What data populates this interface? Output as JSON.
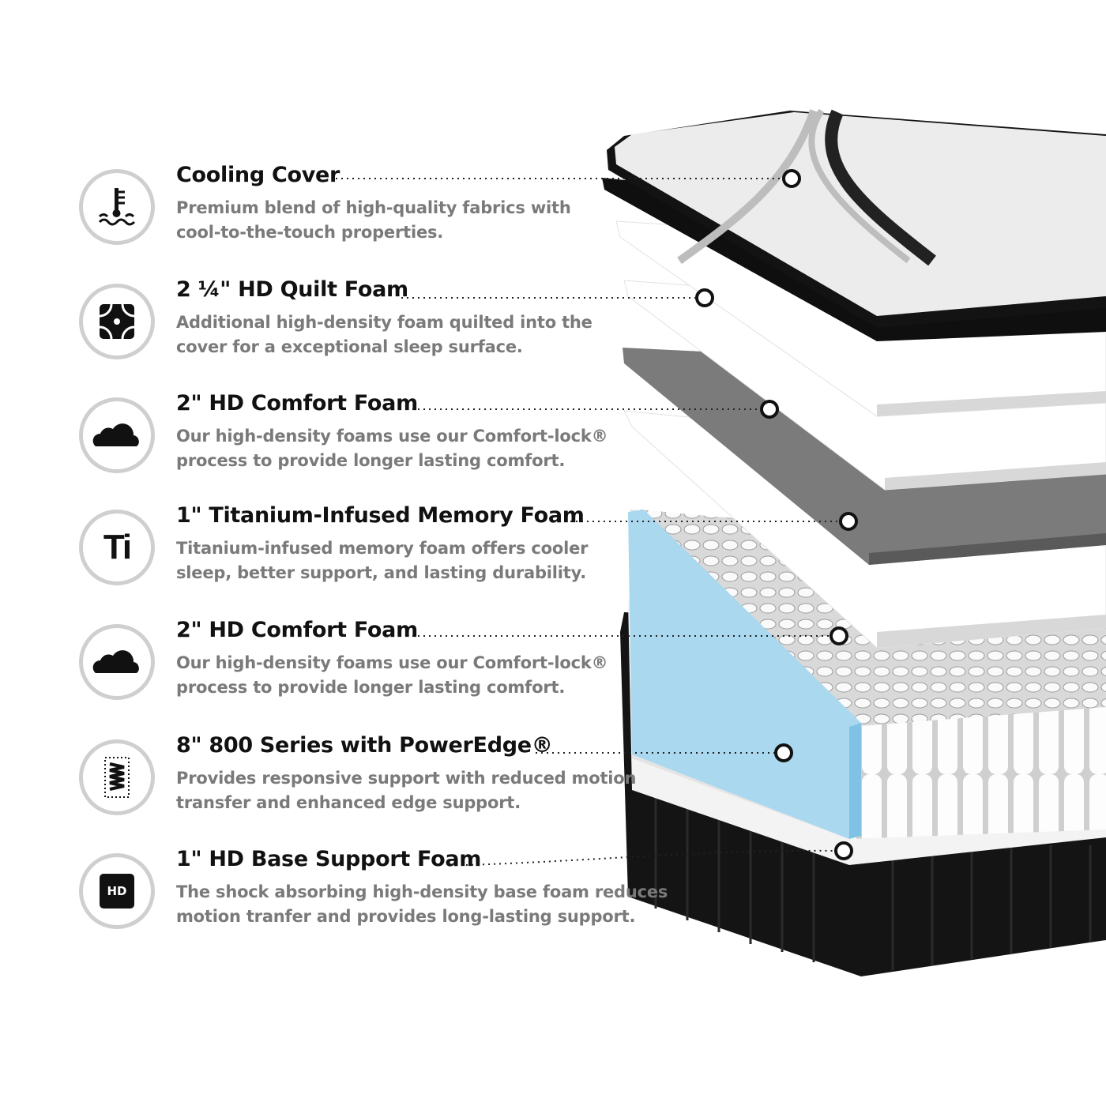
{
  "layers": [
    {
      "title": "Cooling Cover",
      "icon": "thermometer-water-icon",
      "lines": [
        "Premium blend of high-quality fabrics with",
        "cool-to-the-touch properties."
      ]
    },
    {
      "title": "2 ¼\" HD Quilt Foam",
      "icon": "quilt-pattern-icon",
      "lines": [
        "Additional high-density foam quilted into the",
        "cover for a exceptional sleep surface."
      ]
    },
    {
      "title": "2\" HD Comfort Foam",
      "icon": "cloud-icon",
      "lines": [
        "Our high-density foams use our Comfort-lock®",
        "process to provide longer lasting comfort."
      ]
    },
    {
      "title": "1\" Titanium-Infused Memory Foam",
      "icon": "titanium-icon",
      "icon_text": "Ti",
      "lines": [
        "Titanium-infused memory foam offers cooler",
        "sleep, better support, and lasting durability."
      ]
    },
    {
      "title": "2\" HD Comfort Foam",
      "icon": "cloud-icon",
      "lines": [
        "Our high-density foams use our Comfort-lock®",
        "process to provide longer lasting comfort."
      ]
    },
    {
      "title": "8\" 800 Series with PowerEdge®",
      "icon": "coil-spring-icon",
      "lines": [
        "Provides responsive support with reduced motion",
        "transfer and enhanced edge support."
      ]
    },
    {
      "title": "1\" HD Base Support Foam",
      "icon": "hd-badge-icon",
      "icon_text": "HD",
      "lines": [
        "The shock absorbing high-density base foam reduces",
        "motion tranfer and provides long-lasting support."
      ]
    }
  ],
  "colors": {
    "title": "#111111",
    "desc": "#7a7a7a",
    "circle_border": "#cfcfcf",
    "gel_blue": "#a9d8ef"
  }
}
